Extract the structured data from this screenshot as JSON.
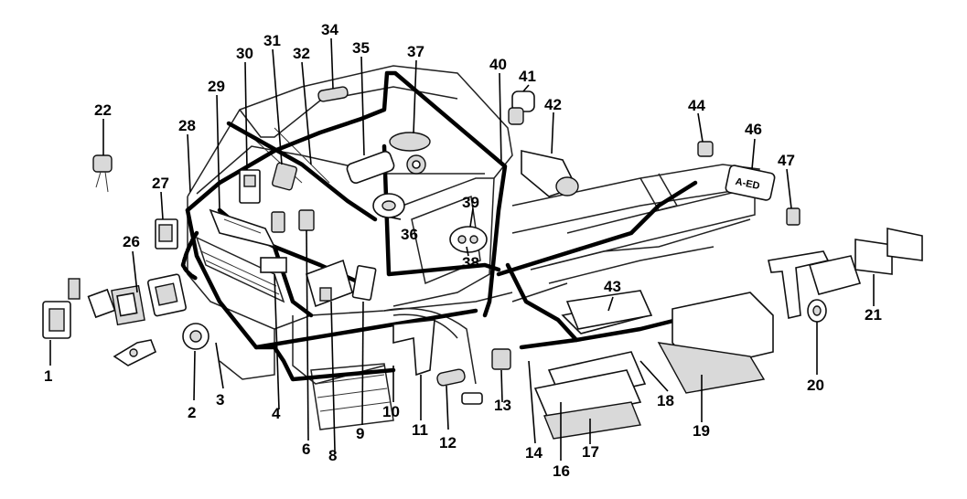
{
  "diagram": {
    "callouts": [
      {
        "id": "c1",
        "text": "1"
      },
      {
        "id": "c2",
        "text": "2"
      },
      {
        "id": "c3",
        "text": "3"
      },
      {
        "id": "c4",
        "text": "4"
      },
      {
        "id": "c6",
        "text": "6"
      },
      {
        "id": "c8",
        "text": "8"
      },
      {
        "id": "c9",
        "text": "9"
      },
      {
        "id": "c10",
        "text": "10"
      },
      {
        "id": "c11",
        "text": "11"
      },
      {
        "id": "c12",
        "text": "12"
      },
      {
        "id": "c13",
        "text": "13"
      },
      {
        "id": "c14",
        "text": "14"
      },
      {
        "id": "c16",
        "text": "16"
      },
      {
        "id": "c17",
        "text": "17"
      },
      {
        "id": "c18",
        "text": "18"
      },
      {
        "id": "c19",
        "text": "19"
      },
      {
        "id": "c20",
        "text": "20"
      },
      {
        "id": "c21",
        "text": "21"
      },
      {
        "id": "c22",
        "text": "22"
      },
      {
        "id": "c26",
        "text": "26"
      },
      {
        "id": "c27",
        "text": "27"
      },
      {
        "id": "c28",
        "text": "28"
      },
      {
        "id": "c29",
        "text": "29"
      },
      {
        "id": "c30",
        "text": "30"
      },
      {
        "id": "c31",
        "text": "31"
      },
      {
        "id": "c32",
        "text": "32"
      },
      {
        "id": "c34",
        "text": "34"
      },
      {
        "id": "c35",
        "text": "35"
      },
      {
        "id": "c36",
        "text": "36"
      },
      {
        "id": "c37",
        "text": "37"
      },
      {
        "id": "c38",
        "text": "38"
      },
      {
        "id": "c39",
        "text": "39"
      },
      {
        "id": "c40",
        "text": "40"
      },
      {
        "id": "c41",
        "text": "41"
      },
      {
        "id": "c42",
        "text": "42"
      },
      {
        "id": "c43",
        "text": "43"
      },
      {
        "id": "c44",
        "text": "44"
      },
      {
        "id": "c46",
        "text": "46"
      },
      {
        "id": "c47",
        "text": "47"
      }
    ],
    "plate_text": "A-ED"
  }
}
